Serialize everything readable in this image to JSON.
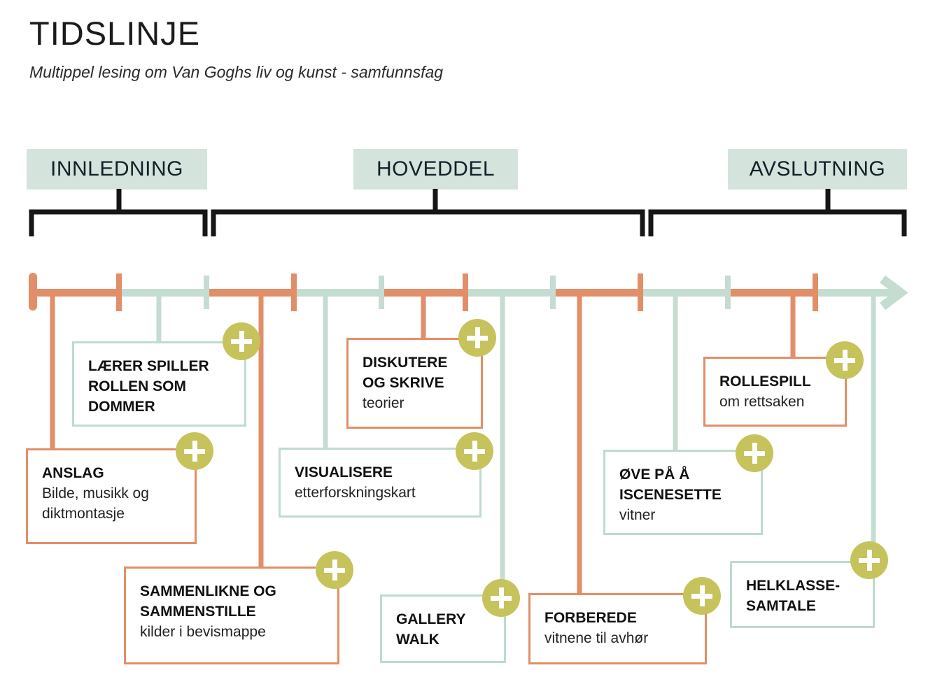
{
  "header": {
    "title": "TIDSLINJE",
    "subtitle": "Multippel lesing om Van Goghs liv og kunst - samfunnsfag"
  },
  "phases": [
    {
      "id": "innledning",
      "label": "INNLEDNING"
    },
    {
      "id": "hoveddel",
      "label": "HOVEDDEL"
    },
    {
      "id": "avslutning",
      "label": "AVSLUTNING"
    }
  ],
  "timeline": {
    "direction": "left-to-right",
    "segment_colors": [
      "orange",
      "green",
      "orange",
      "green",
      "orange",
      "green",
      "orange",
      "green",
      "orange",
      "green"
    ],
    "tick_count": 10,
    "end": "arrow-right-icon"
  },
  "events": [
    {
      "id": "anslag",
      "phase": "innledning",
      "color": "orange",
      "title": "ANSLAG",
      "subtitle": "Bilde, musikk og diktmontasje",
      "badge": "plus-icon"
    },
    {
      "id": "laerer",
      "phase": "innledning",
      "color": "green",
      "title": "LÆRER SPILLER ROLLEN SOM DOMMER",
      "subtitle": "",
      "badge": "plus-icon"
    },
    {
      "id": "sammenlikne",
      "phase": "hoveddel",
      "color": "orange",
      "title": "SAMMENLIKNE OG SAMMENSTILLE",
      "subtitle": "kilder i bevismappe",
      "badge": "plus-icon"
    },
    {
      "id": "visualisere",
      "phase": "hoveddel",
      "color": "green",
      "title": "VISUALISERE",
      "subtitle": "etterforskningskart",
      "badge": "plus-icon"
    },
    {
      "id": "diskutere",
      "phase": "hoveddel",
      "color": "orange",
      "title": "DISKUTERE OG SKRIVE",
      "subtitle": "teorier",
      "badge": "plus-icon"
    },
    {
      "id": "gallery",
      "phase": "hoveddel",
      "color": "green",
      "title": "GALLERY WALK",
      "subtitle": "",
      "badge": "plus-icon"
    },
    {
      "id": "forberede",
      "phase": "hoveddel",
      "color": "orange",
      "title": "FORBEREDE",
      "subtitle": "vitnene til avhør",
      "badge": "plus-icon"
    },
    {
      "id": "ove",
      "phase": "avslutning",
      "color": "green",
      "title": "ØVE PÅ Å ISCENESETTE",
      "subtitle": "vitner",
      "badge": "plus-icon"
    },
    {
      "id": "rollespill",
      "phase": "avslutning",
      "color": "orange",
      "title": "ROLLESPILL",
      "subtitle": "om rettsaken",
      "badge": "plus-icon"
    },
    {
      "id": "helklasse",
      "phase": "avslutning",
      "color": "green",
      "title": "HELKLASSE-SAMTALE",
      "subtitle": "",
      "badge": "plus-icon"
    }
  ],
  "colors": {
    "orange": "#e28e68",
    "mint": "#c5dcd1",
    "mint_border": "#bedbce",
    "phase_label_bg": "#d4e4dc",
    "badge_olive": "#c6c35c",
    "bracket_black": "#161616",
    "text": "#1b1b1b"
  }
}
